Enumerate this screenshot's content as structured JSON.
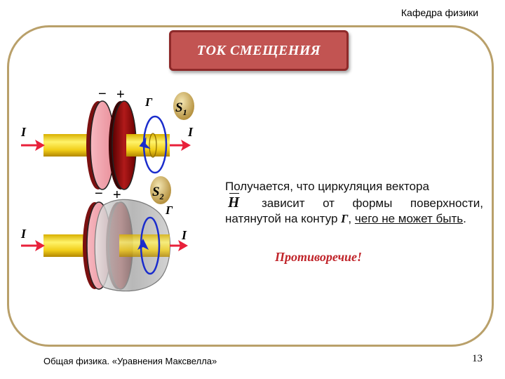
{
  "header": {
    "department": "Кафедра физики"
  },
  "title": "ТОК  СМЕЩЕНИЯ",
  "diagram": {
    "top": {
      "minus": "−",
      "plus": "+",
      "gamma": "Г",
      "surface": "S",
      "surface_sub": "1",
      "current_left": "I",
      "current_right": "I"
    },
    "bottom": {
      "minus": "−",
      "plus": "+",
      "gamma": "Г",
      "surface": "S",
      "surface_sub": "2",
      "current_left": "I",
      "current_right": "I"
    }
  },
  "text": {
    "p1": "Получается, что циркуляция вектора",
    "vector": "H",
    "p2": "зависит от формы поверхности, натянутой на контур",
    "gamma": "Г",
    "p3": ",",
    "p4": "чего не может быть",
    "p5": "."
  },
  "contradiction": "Противоречие!",
  "footer": {
    "course": "Общая физика.    «Уравнения Максвелла»",
    "page": "13"
  }
}
